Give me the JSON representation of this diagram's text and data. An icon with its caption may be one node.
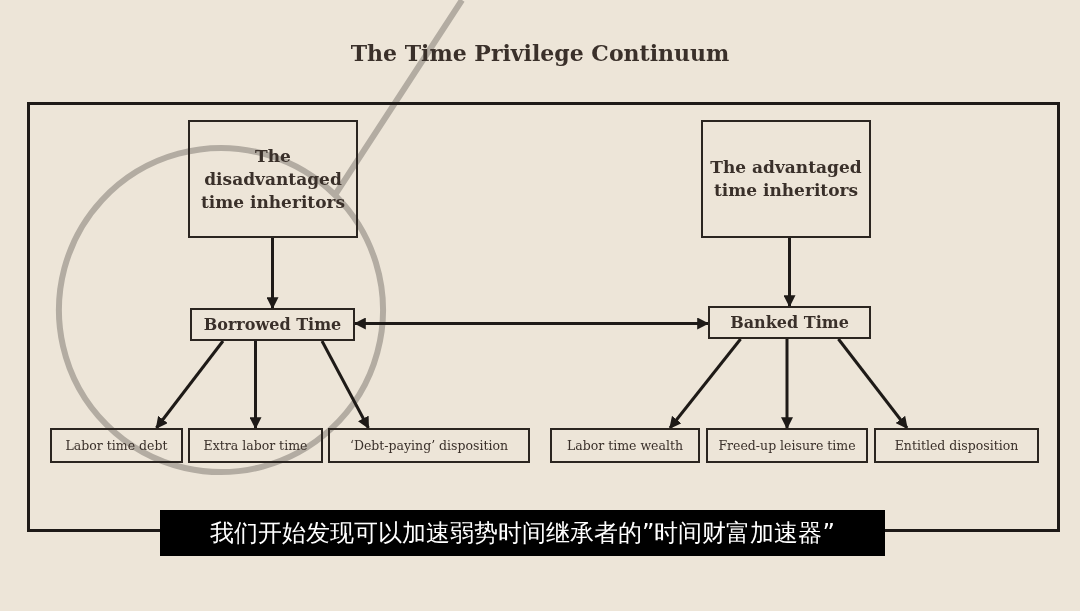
{
  "diagram": {
    "title": "The Time Privilege Continuum",
    "nodes": [
      {
        "text": [],
        "shape": "box"
      },
      {
        "text": [
          "The disadvantaged time inheritors"
        ],
        "in": 0
      },
      {
        "text": [
          "The advantaged time inheritors"
        ],
        "in": 0
      },
      {
        "text": [
          "Borrowed Time"
        ],
        "in": 0
      },
      {
        "text": [
          "Banked Time"
        ],
        "in": 0
      },
      {
        "text": [
          "Labor time debt"
        ],
        "in": 0
      },
      {
        "text": [
          "Extra labor time"
        ],
        "in": 0
      },
      {
        "text": [
          "‘Debt-paying’ disposition"
        ],
        "in": 0
      },
      {
        "text": [
          "Labor time wealth"
        ],
        "in": 0
      },
      {
        "text": [
          "Freed-up leisure time"
        ],
        "in": 0
      },
      {
        "text": [
          "Entitled disposition"
        ],
        "in": 0
      },
      {
        "text": [
          "我们开始发现可以加速弱势时间继承者的”时间财富加速器”"
        ]
      }
    ],
    "edges": [
      {
        "from": 1,
        "to": 3,
        "arrow": "to"
      },
      {
        "from": 2,
        "to": 4,
        "arrow": "to"
      },
      {
        "from": 3,
        "to": 4,
        "arrow": "both"
      },
      {
        "from": 3,
        "to": 5,
        "arrow": "to"
      },
      {
        "from": 3,
        "to": 6,
        "arrow": "to"
      },
      {
        "from": 3,
        "to": 7,
        "arrow": "to"
      },
      {
        "from": 4,
        "to": 8,
        "arrow": "to"
      },
      {
        "from": 4,
        "to": 9,
        "arrow": "to"
      },
      {
        "from": 4,
        "to": 10,
        "arrow": "to"
      }
    ]
  }
}
